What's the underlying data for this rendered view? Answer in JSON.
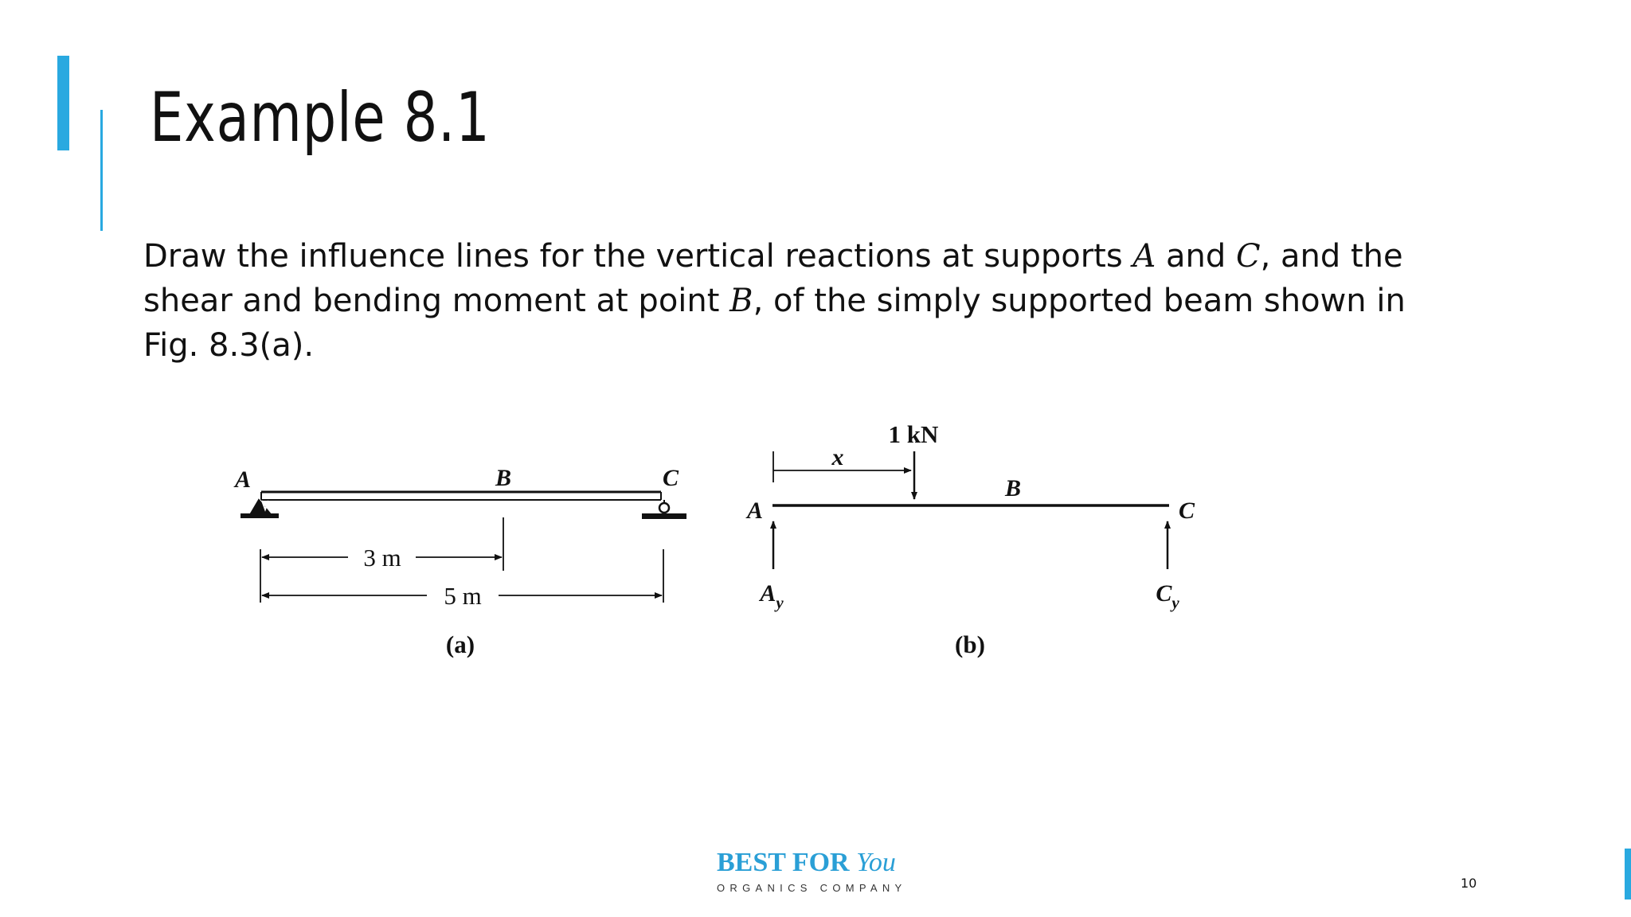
{
  "slide": {
    "title": "Example 8.1",
    "body": {
      "part1": "Draw the influence lines for the vertical reactions at supports ",
      "var1": "A",
      "part2": " and ",
      "var2": "C",
      "part3": ", and the shear and bending moment at point ",
      "var3": "B",
      "part4": ", of the simply supported beam shown in Fig. 8.3(a)."
    },
    "page_number": "10"
  },
  "figure_a": {
    "label_a": "A",
    "label_b": "B",
    "label_c": "C",
    "dim_short": "3 m",
    "dim_long": "5 m",
    "caption": "(a)"
  },
  "figure_b": {
    "load": "1 kN",
    "var_x": "x",
    "label_a": "A",
    "label_b": "B",
    "label_c": "C",
    "reaction_a": "A",
    "reaction_a_sub": "y",
    "reaction_c": "C",
    "reaction_c_sub": "y",
    "caption": "(b)"
  },
  "footer": {
    "logo_main": "BEST FOR",
    "logo_accent": "You",
    "logo_sub": "ORGANICS COMPANY"
  },
  "colors": {
    "accent": "#29a9e0",
    "logo_blue": "#2a9fd6"
  }
}
